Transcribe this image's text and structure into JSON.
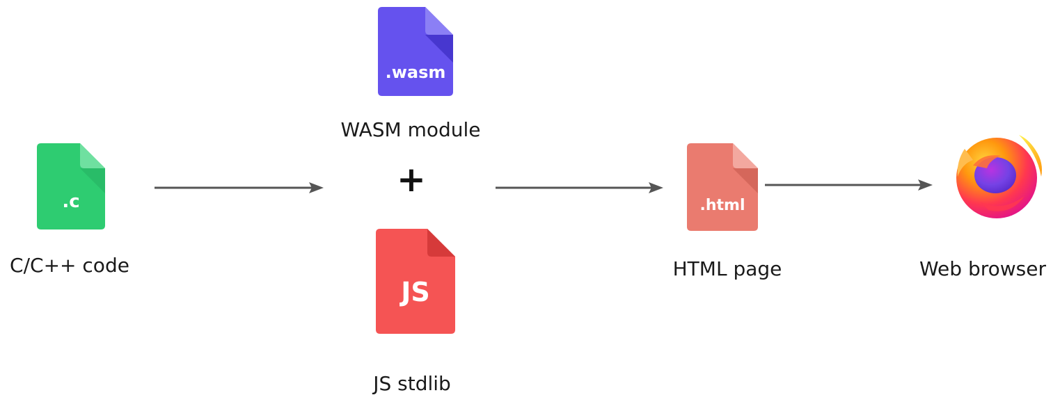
{
  "nodes": {
    "c_code": {
      "label": "C/C++ code",
      "file_ext": ".c",
      "icon": "c-file-icon",
      "color": "#2ecc71"
    },
    "wasm": {
      "label": "WASM module",
      "file_ext": ".wasm",
      "icon": "wasm-file-icon",
      "color": "#6552ee"
    },
    "plus": {
      "symbol": "+"
    },
    "js": {
      "label": "JS stdlib",
      "file_ext": "JS",
      "icon": "js-file-icon",
      "color": "#f55454"
    },
    "html": {
      "label": "HTML page",
      "file_ext": ".html",
      "icon": "html-file-icon",
      "color": "#ea7b6f"
    },
    "browser": {
      "label": "Web browser",
      "icon": "firefox-logo-icon"
    }
  },
  "edges": [
    {
      "from": "c_code",
      "to": "wasm_js"
    },
    {
      "from": "wasm_js",
      "to": "html"
    },
    {
      "from": "html",
      "to": "browser"
    }
  ],
  "colors": {
    "arrow": "#555555"
  }
}
